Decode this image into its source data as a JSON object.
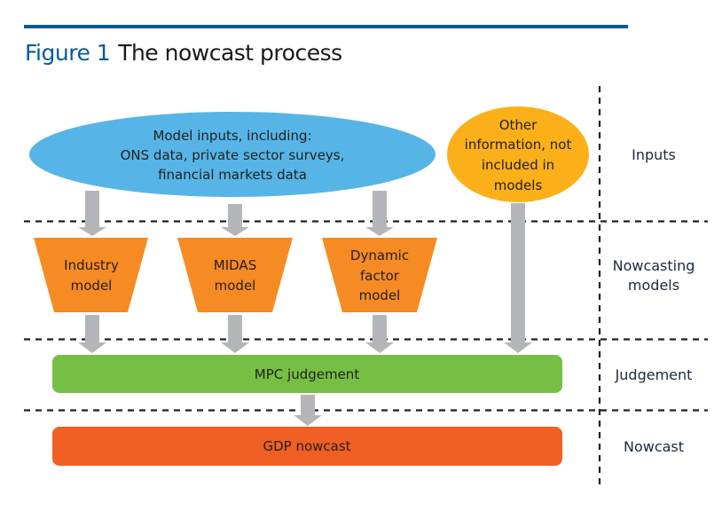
{
  "figure": {
    "number": "Figure 1",
    "title": "The nowcast process"
  },
  "colors": {
    "title_blue": "#0a5a96",
    "inputs_ellipse": "#56b5e6",
    "other_info_ellipse": "#fbb01a",
    "model_trapezoid": "#f68b24",
    "judgement_box": "#75c044",
    "nowcast_box": "#f05f24",
    "arrow": "#b4b5b8",
    "dashed_line": "#231f20"
  },
  "rows": [
    {
      "id": "inputs",
      "label": [
        "Inputs"
      ]
    },
    {
      "id": "models",
      "label": [
        "Nowcasting",
        "models"
      ]
    },
    {
      "id": "judgement",
      "label": [
        "Judgement"
      ]
    },
    {
      "id": "nowcast",
      "label": [
        "Nowcast"
      ]
    }
  ],
  "nodes": {
    "model_inputs": {
      "lines": [
        "Model inputs, including:",
        "ONS data, private sector surveys,",
        "financial markets data"
      ]
    },
    "other_info": {
      "lines": [
        "Other",
        "information, not",
        "included in",
        "models"
      ]
    },
    "industry_model": {
      "lines": [
        "Industry",
        "model"
      ]
    },
    "midas_model": {
      "lines": [
        "MIDAS",
        "model"
      ]
    },
    "dfm_model": {
      "lines": [
        "Dynamic",
        "factor",
        "model"
      ]
    },
    "mpc_judgement": {
      "lines": [
        "MPC judgement"
      ]
    },
    "gdp_nowcast": {
      "lines": [
        "GDP nowcast"
      ]
    }
  },
  "edges": [
    {
      "from": "model_inputs",
      "to": "industry_model"
    },
    {
      "from": "model_inputs",
      "to": "midas_model"
    },
    {
      "from": "model_inputs",
      "to": "dfm_model"
    },
    {
      "from": "other_info",
      "to": "mpc_judgement"
    },
    {
      "from": "industry_model",
      "to": "mpc_judgement"
    },
    {
      "from": "midas_model",
      "to": "mpc_judgement"
    },
    {
      "from": "dfm_model",
      "to": "mpc_judgement"
    },
    {
      "from": "mpc_judgement",
      "to": "gdp_nowcast"
    }
  ]
}
